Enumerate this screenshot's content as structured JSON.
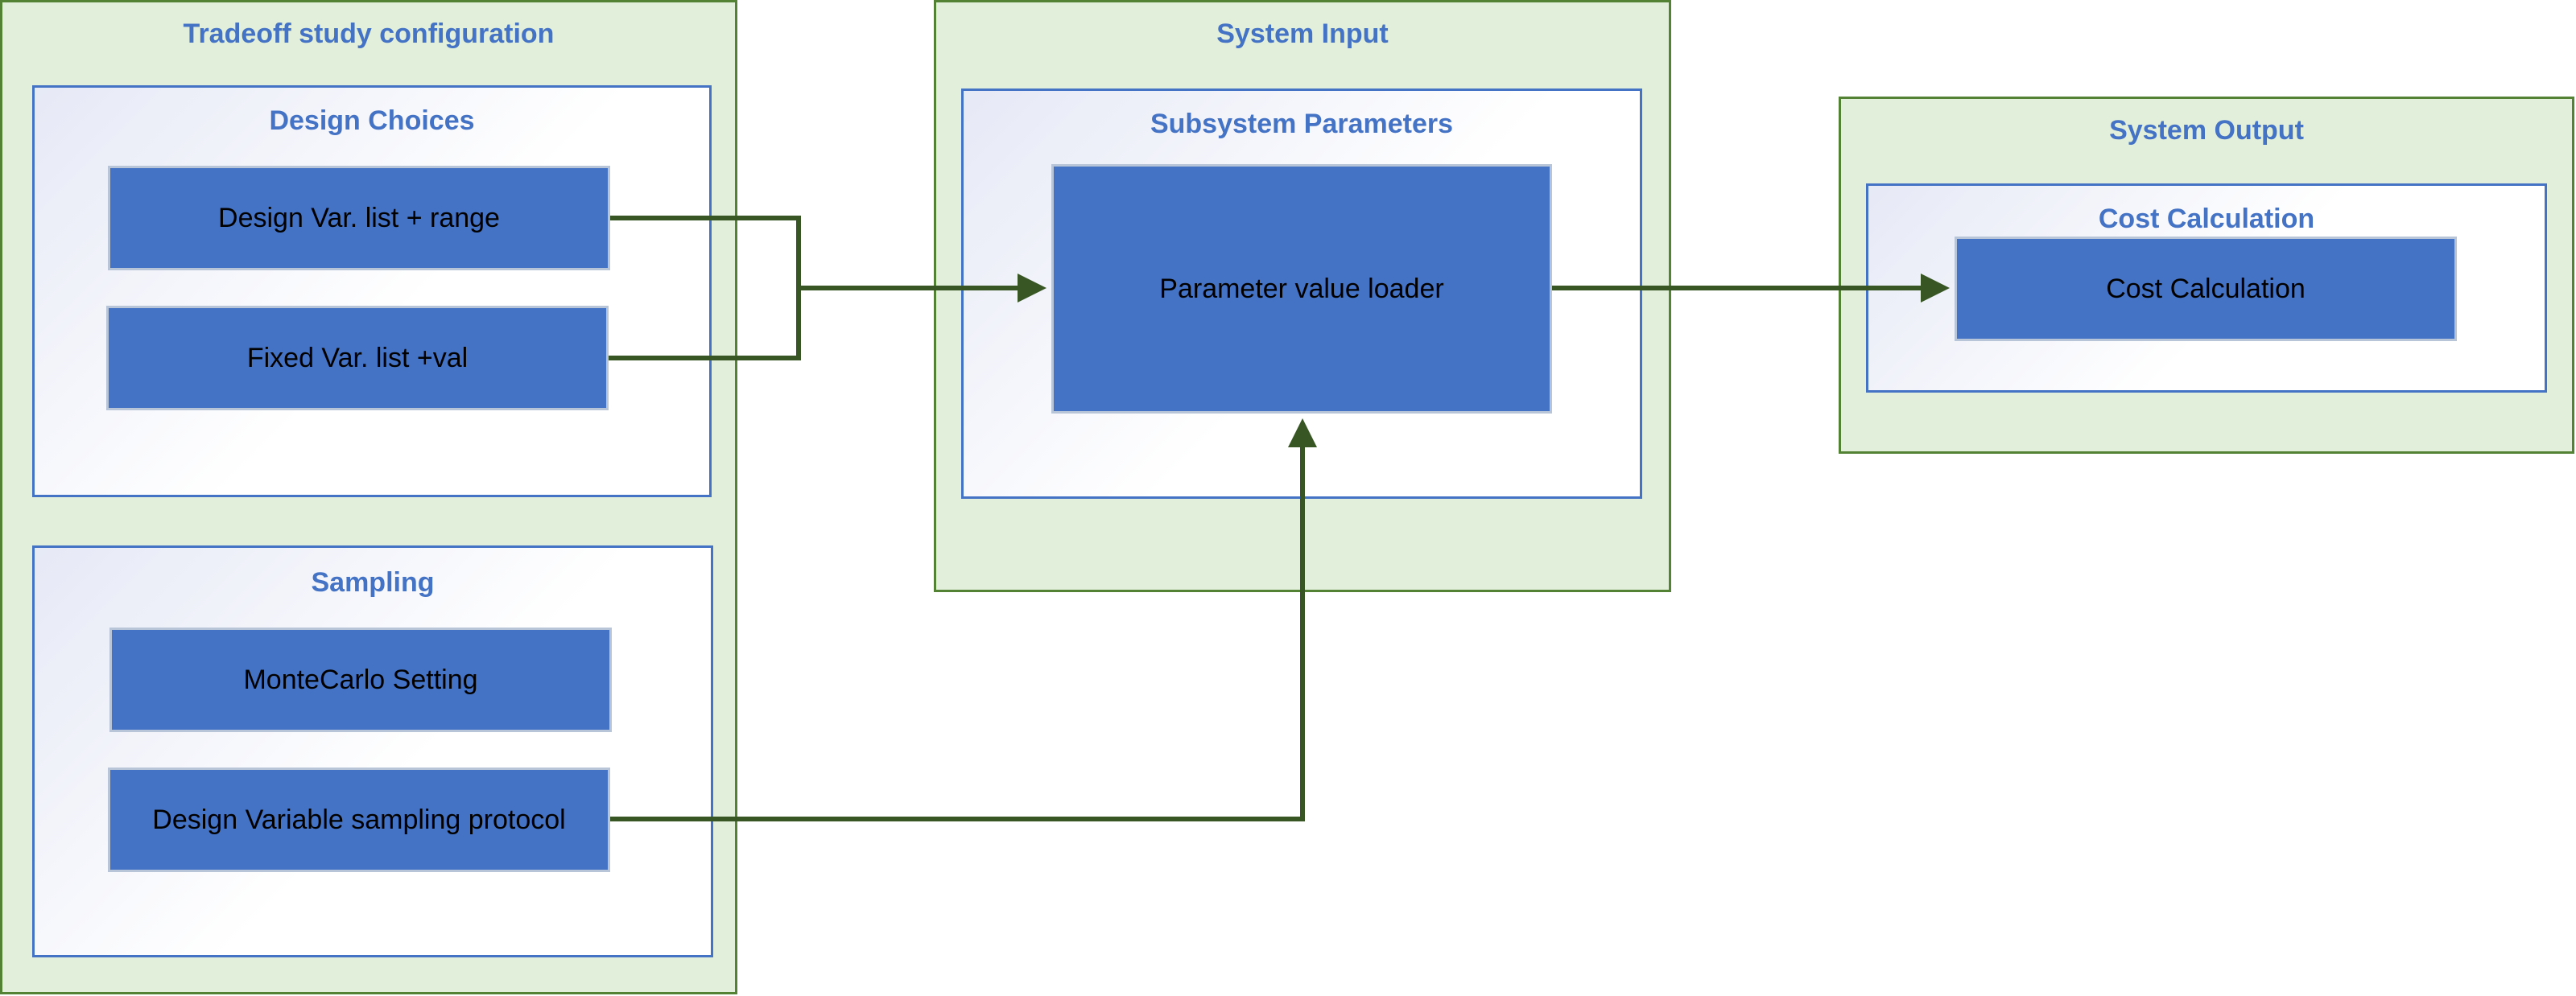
{
  "groups": {
    "tradeoff": {
      "title": "Tradeoff study configuration",
      "design_choices": {
        "title": "Design Choices",
        "design_var": "Design Var. list + range",
        "fixed_var": "Fixed Var. list +val"
      },
      "sampling": {
        "title": "Sampling",
        "montecarlo": "MonteCarlo Setting",
        "protocol": "Design Variable sampling protocol"
      }
    },
    "system_input": {
      "title": "System Input",
      "subsystem": {
        "title": "Subsystem Parameters",
        "loader": "Parameter value loader"
      }
    },
    "system_output": {
      "title": "System Output",
      "cost": {
        "title": "Cost Calculation",
        "box": "Cost Calculation"
      }
    }
  },
  "colors": {
    "group_fill": "#e2efda",
    "group_border": "#548235",
    "panel_border": "#4472c4",
    "box_fill": "#4472c4",
    "title_text": "#4472c4",
    "connector": "#375623"
  }
}
